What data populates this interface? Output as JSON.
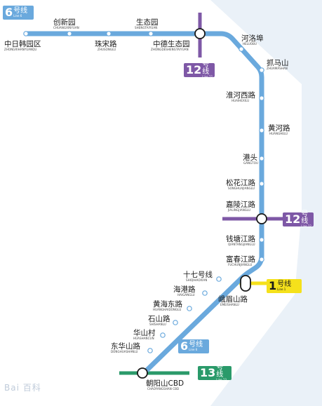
{
  "colors": {
    "line6": "#6aa9dd",
    "line12": "#7e58a6",
    "line1": "#f5e11b",
    "line13": "#2a9a6a",
    "interchange_fill": "#ffffff",
    "interchange_stroke": "#1a1a1a",
    "background": "#ffffff",
    "bg_shade": "#eaf1f8"
  },
  "lines": {
    "line6": {
      "num": "6",
      "cn": "号线",
      "en": "Line 6"
    },
    "line12": {
      "num": "12",
      "cn": "号线",
      "en": "Line 12"
    },
    "line1": {
      "num": "1",
      "cn": "号线",
      "en": "Line 1"
    },
    "line13": {
      "num": "13",
      "cn": "号线",
      "en": "Line 13"
    }
  },
  "stations": [
    {
      "id": "zhongrihanyuanqu",
      "name": "中日韩园区",
      "pinyin": "ZHONGRIHANYUANQU"
    },
    {
      "id": "chuangxinyuan",
      "name": "创新园",
      "pinyin": "CHUANGXINYUAN"
    },
    {
      "id": "zhusonglu",
      "name": "珠宋路",
      "pinyin": "ZHUSONGLU"
    },
    {
      "id": "shengtaiyuan",
      "name": "生态园",
      "pinyin": "SHENGTAIYUAN"
    },
    {
      "id": "zhongdeshengtaiyuan",
      "name": "中德生态园",
      "pinyin": "ZHONGDESHENGTAIYUAN"
    },
    {
      "id": "heluobu",
      "name": "河洛埠",
      "pinyin": "HELUOBU"
    },
    {
      "id": "zhuamashan",
      "name": "抓马山",
      "pinyin": "ZHUAMASHAN"
    },
    {
      "id": "huaihexilu",
      "name": "淮河西路",
      "pinyin": "HUAIHEXILU"
    },
    {
      "id": "huanghelu",
      "name": "黄河路",
      "pinyin": "HUANGHELU"
    },
    {
      "id": "gangtou",
      "name": "港头",
      "pinyin": "GANGTOU"
    },
    {
      "id": "songhuajianglu",
      "name": "松花江路",
      "pinyin": "SONGHUAJIANGLU"
    },
    {
      "id": "jialingjianglu",
      "name": "嘉陵江路",
      "pinyin": "JIALINGJIANGLU"
    },
    {
      "id": "qiantangjianglu",
      "name": "钱塘江路",
      "pinyin": "QIANTANGJIANGLU"
    },
    {
      "id": "fuchunjianglu",
      "name": "富春江路",
      "pinyin": "FUCHUNJIANGLU"
    },
    {
      "id": "shiqihaoxian",
      "name": "十七号线",
      "pinyin": "SHIQIHAOXIAN"
    },
    {
      "id": "emeishanlu",
      "name": "峨眉山路",
      "pinyin": "EMEISHANLU"
    },
    {
      "id": "haiganglu",
      "name": "海港路",
      "pinyin": "HAIGANGLU"
    },
    {
      "id": "huanghaidonglu",
      "name": "黄海东路",
      "pinyin": "HUANGHAIDONGLU"
    },
    {
      "id": "shishanlu",
      "name": "石山路",
      "pinyin": "SHISHANLU"
    },
    {
      "id": "huashancun",
      "name": "华山村",
      "pinyin": "HUASHANCUN"
    },
    {
      "id": "donghuashanlu",
      "name": "东华山路",
      "pinyin": "DONGHUASHANLU"
    },
    {
      "id": "chaoyangshancbd",
      "name": "朝阳山CBD",
      "pinyin": "CHAOYANGSHAN CBD"
    }
  ],
  "watermark": "Bai 百科"
}
